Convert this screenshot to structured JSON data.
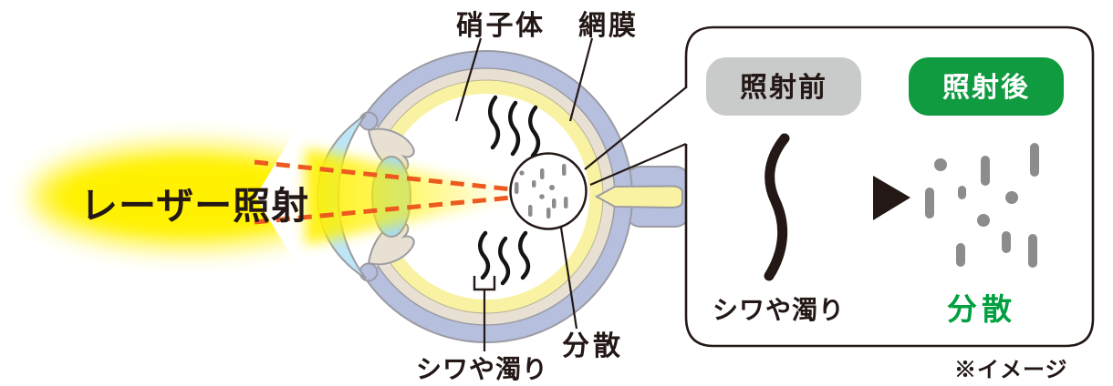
{
  "colors": {
    "laser_yellow": "#fff100",
    "laser_orange": "#ed5a1f",
    "sclera": "#b6c0de",
    "choroid": "#e8e1d3",
    "retina_yellow": "#f9f2a2",
    "cornea": "#bce5f6",
    "lens": "#a5daf0",
    "outline_gray": "#9b9ba3",
    "ink": "#231815",
    "floater_black": "#141414",
    "particle_gray": "#8c8c8d",
    "badge_gray": "#c9caca",
    "badge_green": "#119b40",
    "badge_after_text": "#ffffff",
    "text_green": "#00a040",
    "white": "#ffffff"
  },
  "laser": {
    "label": "レーザー照射"
  },
  "eye": {
    "vitreous_label": "硝子体",
    "retina_label": "網膜",
    "floaters_label": "シワや濁り",
    "dispersion_label": "分散"
  },
  "callout": {
    "before_badge": "照射前",
    "after_badge": "照射後",
    "before_caption": "シワや濁り",
    "after_caption": "分散",
    "note": "※イメージ"
  }
}
